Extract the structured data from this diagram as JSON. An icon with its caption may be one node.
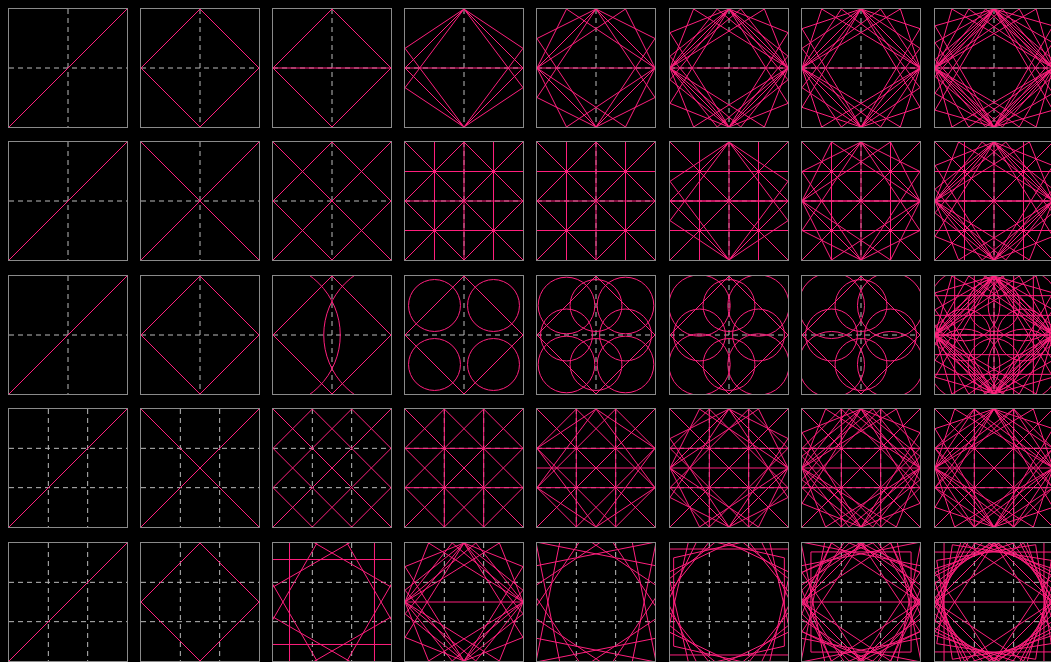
{
  "diagram": {
    "nodes": [
      {
        "text": [],
        "shape": "box"
      },
      {
        "text": [],
        "shape": "box"
      },
      {
        "text": [],
        "shape": "box"
      },
      {
        "text": [],
        "shape": "box"
      },
      {
        "text": [],
        "shape": "box"
      },
      {
        "text": [],
        "shape": "box"
      },
      {
        "text": [],
        "shape": "box"
      },
      {
        "text": [],
        "shape": "box"
      },
      {
        "text": [],
        "shape": "box"
      },
      {
        "text": [],
        "shape": "box"
      },
      {
        "text": [],
        "shape": "box"
      },
      {
        "text": [],
        "shape": "box"
      },
      {
        "text": [],
        "shape": "box"
      },
      {
        "text": [],
        "shape": "box"
      },
      {
        "text": [],
        "shape": "box"
      },
      {
        "text": [],
        "shape": "box"
      },
      {
        "text": [],
        "shape": "box"
      },
      {
        "text": [],
        "shape": "box"
      },
      {
        "text": [],
        "shape": "box"
      },
      {
        "text": [],
        "shape": "box"
      },
      {
        "text": [],
        "shape": "box"
      },
      {
        "text": [],
        "shape": "box"
      },
      {
        "text": [],
        "shape": "box"
      },
      {
        "text": [],
        "shape": "box"
      },
      {
        "text": [],
        "shape": "box"
      },
      {
        "text": [],
        "shape": "box"
      },
      {
        "text": [],
        "shape": "box"
      },
      {
        "text": [],
        "shape": "box"
      },
      {
        "text": [],
        "shape": "box"
      },
      {
        "text": [],
        "shape": "box"
      },
      {
        "text": [],
        "shape": "box"
      },
      {
        "text": [],
        "shape": "box"
      },
      {
        "text": [],
        "shape": "box"
      },
      {
        "text": [],
        "shape": "box"
      },
      {
        "text": [],
        "shape": "box"
      },
      {
        "text": [],
        "shape": "box"
      },
      {
        "text": [],
        "shape": "box"
      },
      {
        "text": [],
        "shape": "box"
      },
      {
        "text": [],
        "shape": "box"
      },
      {
        "text": [],
        "shape": "box"
      }
    ]
  }
}
